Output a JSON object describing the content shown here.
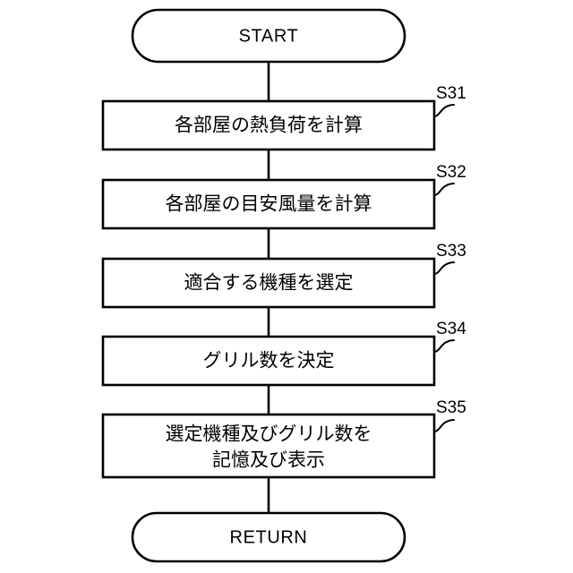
{
  "figure": {
    "type": "flowchart",
    "orientation": "vertical",
    "background_color": "#ffffff",
    "line_color": "#000000"
  },
  "nodes": {
    "start": {
      "label": "START",
      "shape": "terminal"
    },
    "s31": {
      "label": "各部屋の熱負荷を計算",
      "shape": "process",
      "step_label": "S31"
    },
    "s32": {
      "label": "各部屋の目安風量を計算",
      "shape": "process",
      "step_label": "S32"
    },
    "s33": {
      "label": "適合する機種を選定",
      "shape": "process",
      "step_label": "S33"
    },
    "s34": {
      "label": "グリル数を決定",
      "shape": "process",
      "step_label": "S34"
    },
    "s35": {
      "label_line1": "選定機種及びグリル数を",
      "label_line2": "記憶及び表示",
      "shape": "process",
      "step_label": "S35"
    },
    "return": {
      "label": "RETURN",
      "shape": "terminal"
    }
  }
}
